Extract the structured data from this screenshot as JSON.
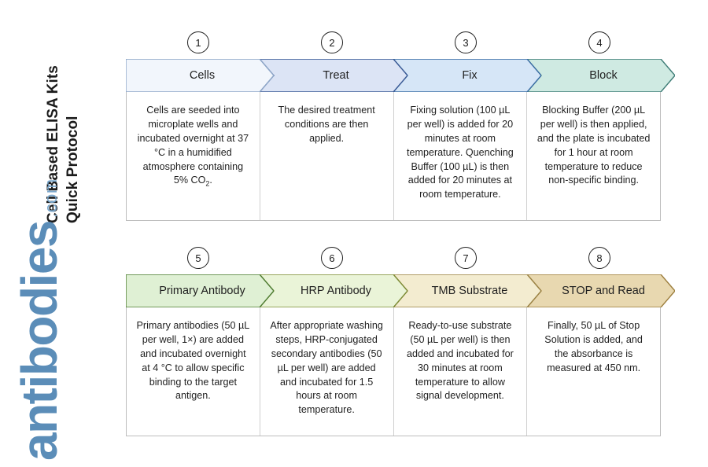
{
  "page": {
    "title_line1": "Cell Based ELISA Kits",
    "title_line2": "Quick Protocol",
    "background": "#ffffff"
  },
  "watermark": {
    "brand": "antibodies",
    "tld": ".com",
    "brand_color": "#5b8db8",
    "tld_color": "#7aa7cc"
  },
  "rows": [
    {
      "row_id": "row-1",
      "steps": [
        {
          "number": "1",
          "label": "Cells",
          "fill": "#f2f6fc",
          "stroke": "#8fa7c8",
          "description": "Cells are seeded into microplate wells and incubated overnight at 37 °C in a humidified atmosphere containing 5% CO₂."
        },
        {
          "number": "2",
          "label": "Treat",
          "fill": "#dce4f5",
          "stroke": "#3b5b96",
          "description": "The desired treatment conditions are then applied."
        },
        {
          "number": "3",
          "label": "Fix",
          "fill": "#d6e6f7",
          "stroke": "#3c6ea5",
          "description": "Fixing solution (100 µL per well) is added for 20 minutes at room temperature. Quenching Buffer (100 µL) is then added for 20 minutes at room temperature."
        },
        {
          "number": "4",
          "label": "Block",
          "fill": "#cfeae2",
          "stroke": "#3f7d77",
          "description": "Blocking Buffer (200 µL per well) is then applied, and the plate is incubated for 1 hour at room temperature to reduce non-specific binding."
        }
      ]
    },
    {
      "row_id": "row-2",
      "steps": [
        {
          "number": "5",
          "label": "Primary Antibody",
          "fill": "#dff0d4",
          "stroke": "#4f7d33",
          "description": "Primary antibodies (50 µL per well, 1×) are added and incubated overnight at 4 °C to allow specific binding to the target antigen."
        },
        {
          "number": "6",
          "label": "HRP Antibody",
          "fill": "#eaf4d8",
          "stroke": "#7d8c36",
          "description": "After appropriate washing steps, HRP-conjugated secondary antibodies (50 µL per well) are added and incubated for 1.5 hours at room temperature."
        },
        {
          "number": "7",
          "label": "TMB Substrate",
          "fill": "#f3ecd0",
          "stroke": "#9a8244",
          "description": "Ready-to-use substrate (50 µL per well) is then added and incubated for 30 minutes at room temperature to allow signal development."
        },
        {
          "number": "8",
          "label": "STOP and Read",
          "fill": "#e8d8b0",
          "stroke": "#9d7f3e",
          "description": "Finally, 50 µL of Stop Solution is added, and the absorbance is measured at 450 nm."
        }
      ]
    }
  ]
}
